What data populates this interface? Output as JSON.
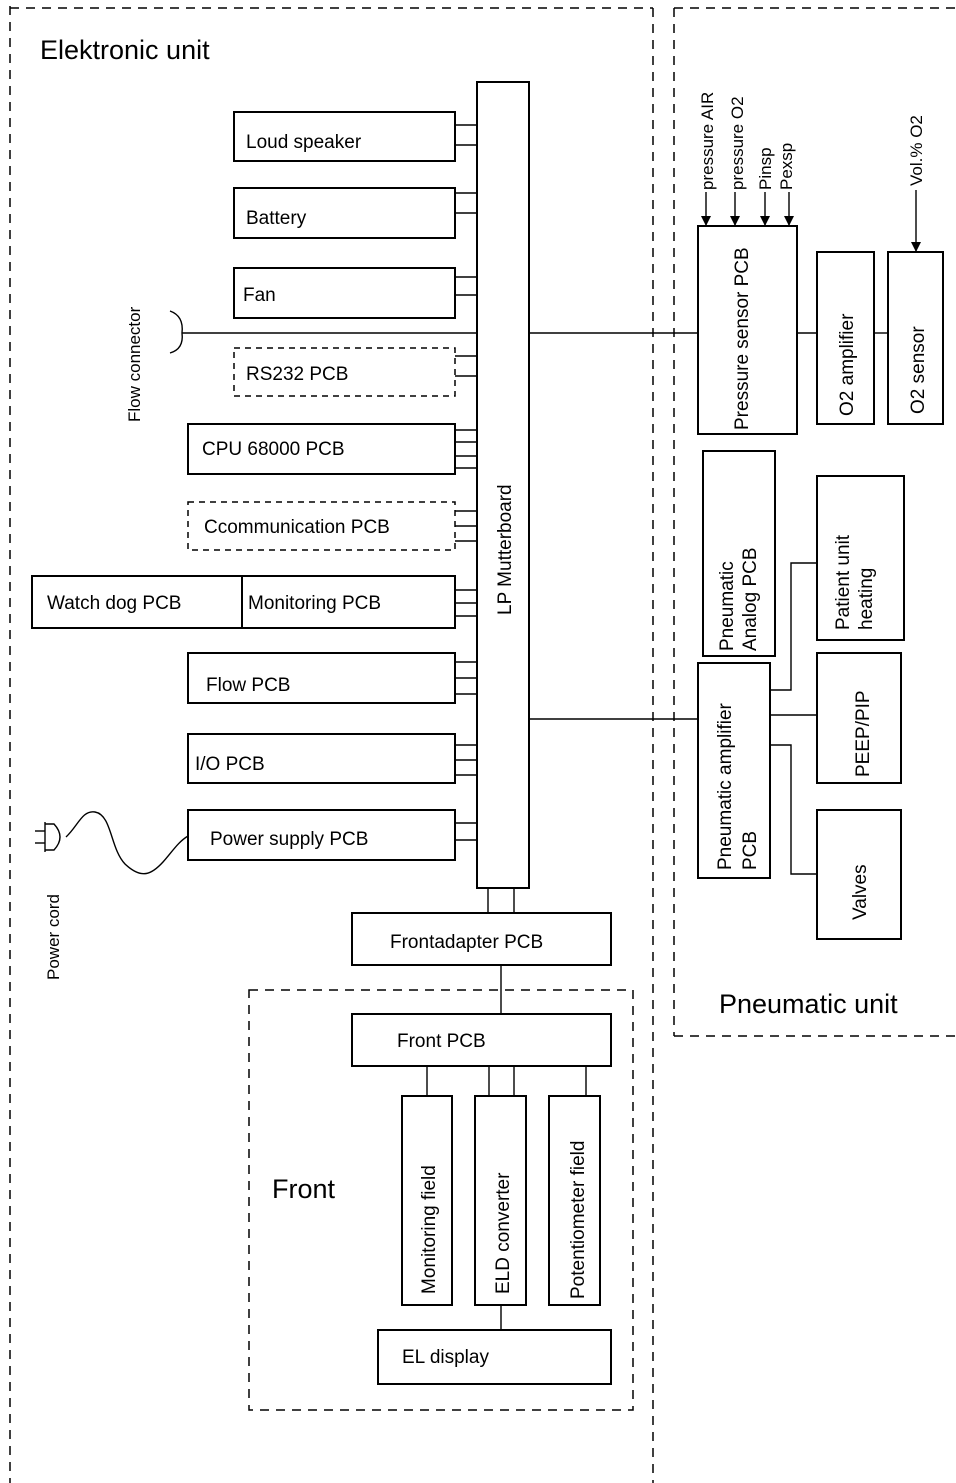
{
  "units": {
    "electronic": "Elektronic unit",
    "pneumatic": "Pneumatic unit",
    "front": "Front"
  },
  "boards": {
    "loud_speaker": "Loud speaker",
    "battery": "Battery",
    "fan": "Fan",
    "rs232": "RS232 PCB",
    "cpu": "CPU 68000 PCB",
    "communication": "Ccommunication PCB",
    "watch_dog": "Watch dog PCB",
    "monitoring": "Monitoring PCB",
    "flow": "Flow PCB",
    "io": "I/O PCB",
    "power_supply": "Power supply PCB",
    "mutterboard": "LP Mutterboard",
    "frontadapter": "Frontadapter  PCB",
    "front_pcb": "Front  PCB",
    "monitoring_field": "Monitoring field",
    "eld_converter": "ELD converter",
    "potentiometer_field": "Potentiometer field",
    "el_display": "EL display"
  },
  "external": {
    "flow_connector": "Flow connector",
    "power_cord": "Power cord"
  },
  "pneumatic": {
    "pressure_sensor_pcb": "Pressure sensor PCB",
    "o2_amplifier": "O2 amplifier",
    "o2_sensor": "O2 sensor",
    "pneumatic_analog_line1": "Pneumatic",
    "pneumatic_analog_line2": "Analog PCB",
    "patient_heating_line1": "Patient unit",
    "patient_heating_line2": "heating",
    "pneumatic_amp_line1": "Pneumatic amplifier",
    "pneumatic_amp_line2": "PCB",
    "peep_pip": "PEEP/PIP",
    "valves": "Valves"
  },
  "signals": {
    "pressure_air": "pressure AIR",
    "pressure_o2": "pressure O2",
    "pinsp": "Pinsp",
    "pexsp": "Pexsp",
    "vol_o2": "Vol.% O2"
  }
}
